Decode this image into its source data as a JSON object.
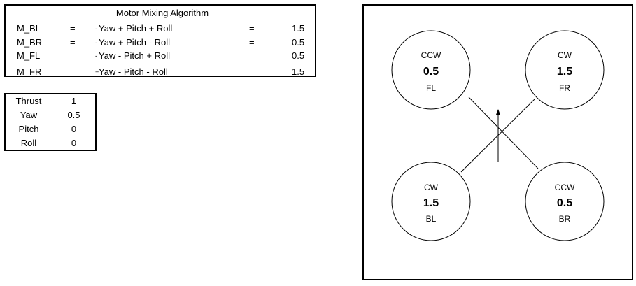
{
  "mixing": {
    "title": "Motor Mixing Algorithm",
    "rows": [
      {
        "name": "M_BL",
        "eq": "=",
        "mark": "-",
        "formula": "Yaw + Pitch + Roll",
        "eq2": "=",
        "result": "1.5"
      },
      {
        "name": "M_BR",
        "eq": "=",
        "mark": "-",
        "formula": "Yaw + Pitch - Roll",
        "eq2": "=",
        "result": "0.5"
      },
      {
        "name": "M_FL",
        "eq": "=",
        "mark": "-",
        "formula": "Yaw - Pitch + Roll",
        "eq2": "=",
        "result": "0.5"
      },
      {
        "name": "M_FR",
        "eq": "=",
        "mark": "+",
        "formula": "Yaw - Pitch - Roll",
        "eq2": "=",
        "result": "1.5"
      }
    ]
  },
  "inputs": [
    {
      "label": "Thrust",
      "value": "1"
    },
    {
      "label": "Yaw",
      "value": "0.5"
    },
    {
      "label": "Pitch",
      "value": "0"
    },
    {
      "label": "Roll",
      "value": "0"
    }
  ],
  "motors": {
    "fl": {
      "dir": "CCW",
      "value": "0.5",
      "label": "FL"
    },
    "fr": {
      "dir": "CW",
      "value": "1.5",
      "label": "FR"
    },
    "bl": {
      "dir": "CW",
      "value": "1.5",
      "label": "BL"
    },
    "br": {
      "dir": "CCW",
      "value": "0.5",
      "label": "BR"
    }
  },
  "colors": {
    "line": "#000000",
    "background": "#ffffff"
  }
}
